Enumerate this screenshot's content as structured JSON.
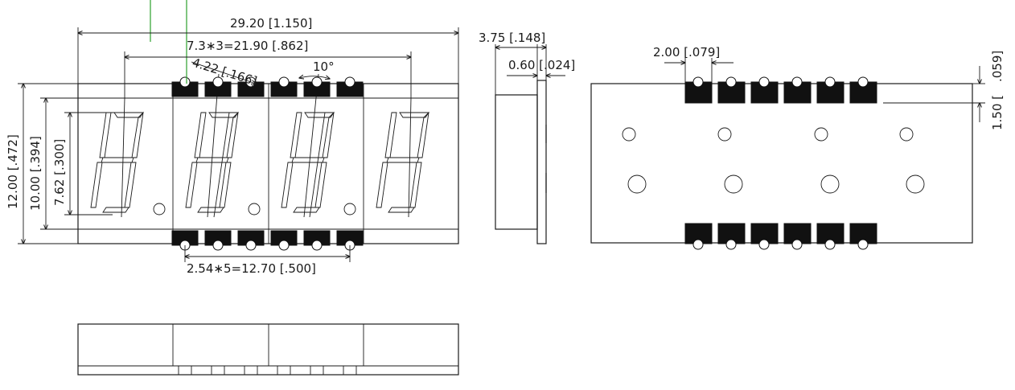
{
  "dimensions": {
    "overall_width": "29.20 [1.150]",
    "digit_pitch": "7.3∗3=21.90 [.862]",
    "segment_width": "4.22 [.166]",
    "slant_angle": "10°",
    "height_total": "12.00 [.472]",
    "height_inner": "10.00 [.394]",
    "char_height": "7.62 [.300]",
    "pin_pitch": "2.54∗5=12.70 [.500]",
    "side_depth": "3.75 [.148]",
    "side_pcb": "0.60 [.024]",
    "pad_width": "2.00 [.079]",
    "pad_offset_top": ".059]",
    "pad_offset_main": "1.50 ["
  }
}
